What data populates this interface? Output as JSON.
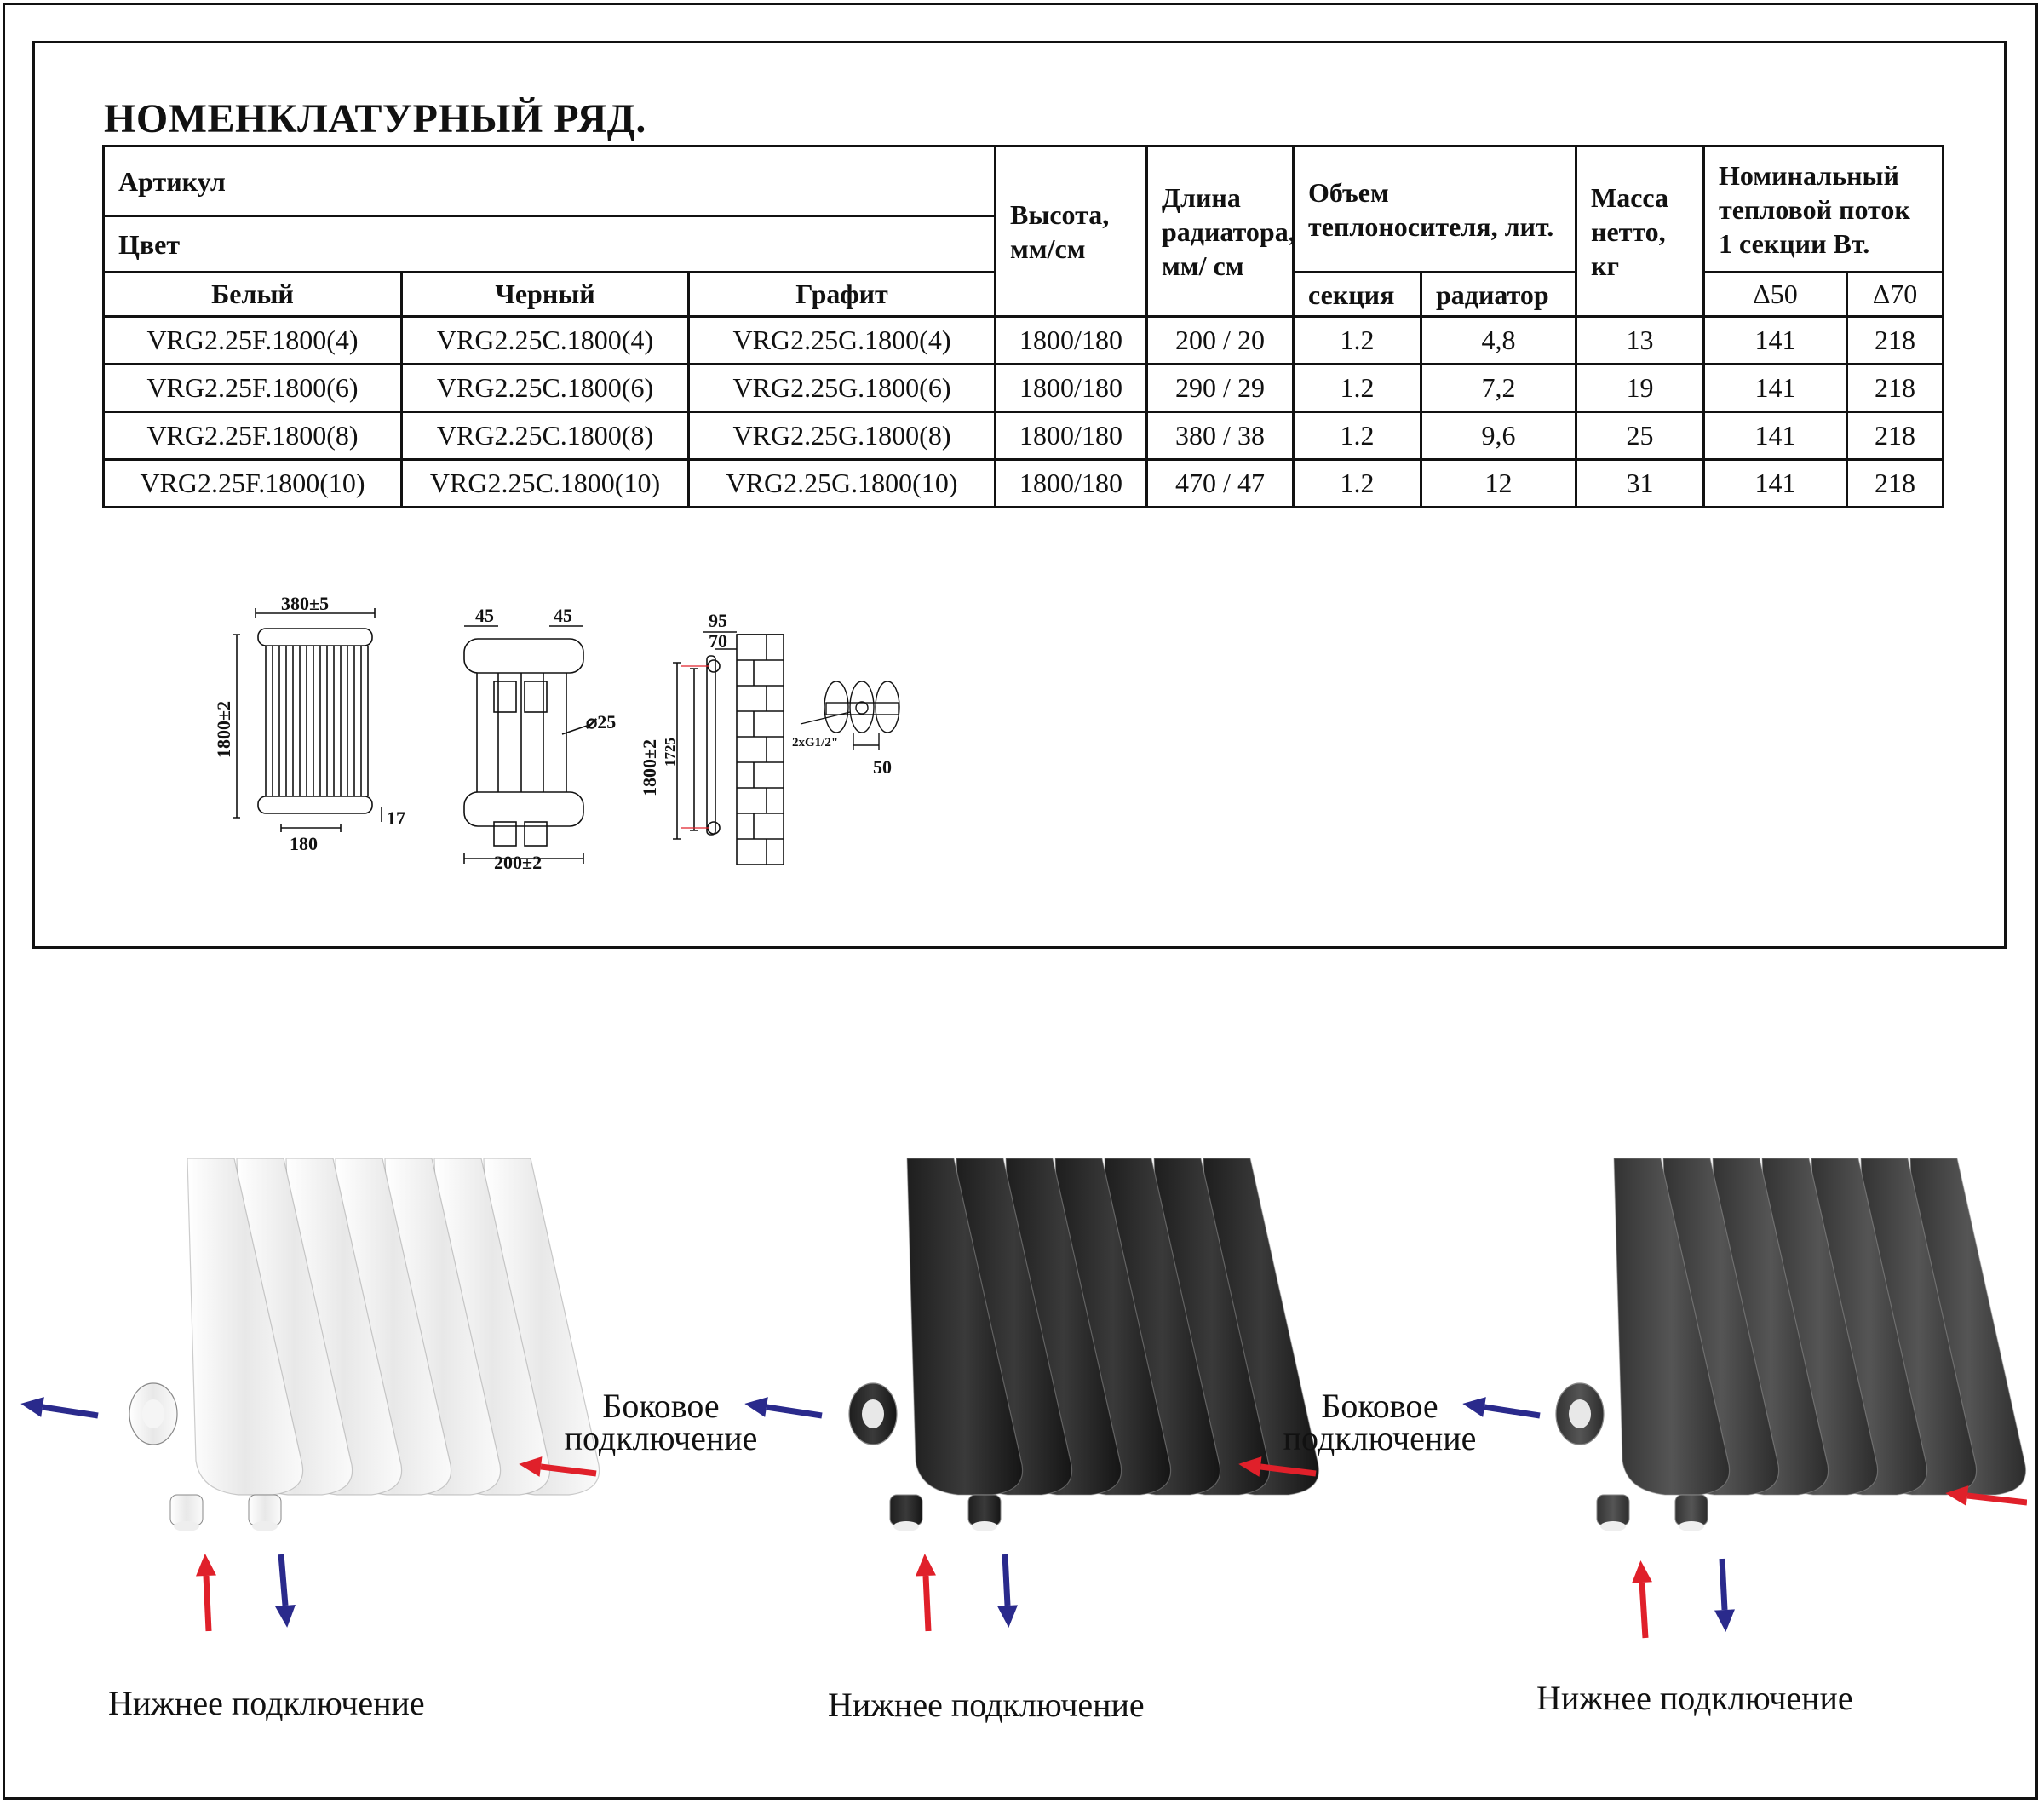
{
  "title": "НОМЕНКЛАТУРНЫЙ РЯД.",
  "table": {
    "headers": {
      "article": "Артикул",
      "color": "Цвет",
      "white": "Белый",
      "black": "Черный",
      "graphite": "Графит",
      "height": "Высота, мм/см",
      "length": "Длина радиатора, мм/ см",
      "volume": "Объем теплоносителя, лит.",
      "section": "секция",
      "radiator": "радиатор",
      "mass": "Масса нетто, кг",
      "heat": "Номинальный тепловой поток 1 секции Вт.",
      "d50": "Δ50",
      "d70": "Δ70"
    },
    "rows": [
      {
        "white": "VRG2.25F.1800(4)",
        "black": "VRG2.25C.1800(4)",
        "graphite": "VRG2.25G.1800(4)",
        "height": "1800/180",
        "length": "200 / 20",
        "section": "1.2",
        "radiator": "4,8",
        "mass": "13",
        "d50": "141",
        "d70": "218"
      },
      {
        "white": "VRG2.25F.1800(6)",
        "black": "VRG2.25C.1800(6)",
        "graphite": "VRG2.25G.1800(6)",
        "height": "1800/180",
        "length": "290 / 29",
        "section": "1.2",
        "radiator": "7,2",
        "mass": "19",
        "d50": "141",
        "d70": "218"
      },
      {
        "white": "VRG2.25F.1800(8)",
        "black": "VRG2.25C.1800(8)",
        "graphite": "VRG2.25G.1800(8)",
        "height": "1800/180",
        "length": "380 / 38",
        "section": "1.2",
        "radiator": "9,6",
        "mass": "25",
        "d50": "141",
        "d70": "218"
      },
      {
        "white": "VRG2.25F.1800(10)",
        "black": "VRG2.25C.1800(10)",
        "graphite": "VRG2.25G.1800(10)",
        "height": "1800/180",
        "length": "470 / 47",
        "section": "1.2",
        "radiator": "12",
        "mass": "31",
        "d50": "141",
        "d70": "218"
      }
    ]
  },
  "drawing": {
    "width_top": "380±5",
    "height": "1800±2",
    "bottom_spacing": "180",
    "foot": "17",
    "section_left": "45",
    "section_right": "45",
    "diameter": "⌀25",
    "depth_total": "200±2",
    "wall_95": "95",
    "wall_70": "70",
    "side_height": "1800±2",
    "axis": "1725",
    "thread": "2xG1/2\"",
    "pitch": "50"
  },
  "photos": {
    "side_connection": [
      "Боковое",
      "подключение"
    ],
    "bottom_connection": "Нижнее подключение",
    "colors": {
      "white": "#f2f2f2",
      "black": "#2a2a2a",
      "graphite": "#3d3d3d",
      "arrow_red": "#e0202a",
      "arrow_blue": "#2a2a8c"
    }
  }
}
